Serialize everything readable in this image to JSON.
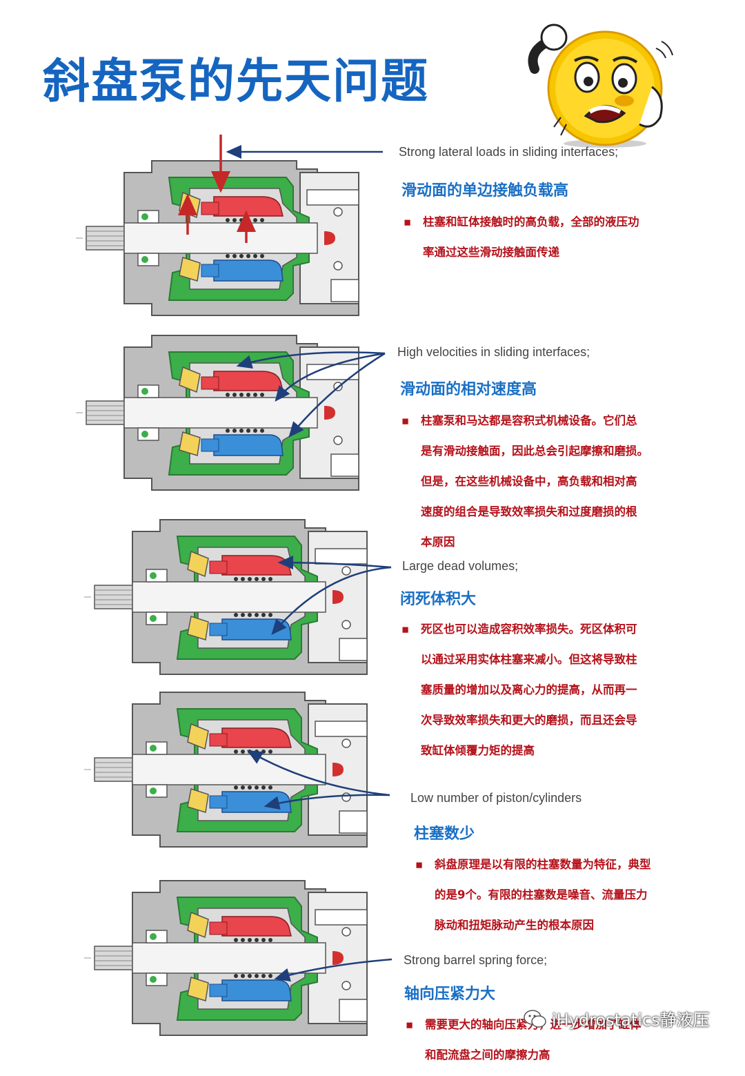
{
  "title": "斜盘泵的先天问题",
  "sections": [
    {
      "en": "Strong lateral loads in sliding interfaces;",
      "zh": "滑动面的单边接触负载高",
      "bullet": "柱塞和缸体接触时的高负载，全部的液压功\n率通过这些滑动接触面传递"
    },
    {
      "en": "High velocities in sliding interfaces;",
      "zh": "滑动面的相对速度高",
      "bullet": "柱塞泵和马达都是容积式机械设备。它们总\n是有滑动接触面，因此总会引起摩擦和磨损。\n但是，在这些机械设备中，高负载和相对高\n速度的组合是导致效率损失和过度磨损的根\n本原因"
    },
    {
      "en": "Large dead volumes;",
      "zh": "闭死体积大",
      "bullet": "死区也可以造成容积效率损失。死区体积可\n以通过采用实体柱塞来减小。但这将导致柱\n塞质量的增加以及离心力的提高，从而再一\n次导致效率损失和更大的磨损，而且还会导\n致缸体倾覆力矩的提高"
    },
    {
      "en": "Low number of piston/cylinders",
      "zh": "柱塞数少",
      "bullet": "斜盘原理是以有限的柱塞数量为特征，典型\n的是9个。有限的柱塞数是噪音、流量压力\n脉动和扭矩脉动产生的根本原因"
    },
    {
      "en": "Strong barrel spring force;",
      "zh": "轴向压紧力大",
      "bullet": "需要更大的轴向压紧力，进一步增加了缸体\n和配流盘之间的摩擦力高"
    }
  ],
  "bullet_marker": "▪",
  "watermark": "iHydrostatics静液压",
  "colors": {
    "title": "#1565c0",
    "heading": "#1a6fc4",
    "bullet_text": "#b5121b",
    "piston_red": "#e8454c",
    "piston_blue": "#3a8fd8",
    "housing_green": "#3cae4a",
    "arrow_navy": "#1f3f7a",
    "force_arrow": "#c62828"
  },
  "icons": [
    "worried-emoji-icon",
    "pump-cross-section-diagram",
    "wechat-icon"
  ]
}
